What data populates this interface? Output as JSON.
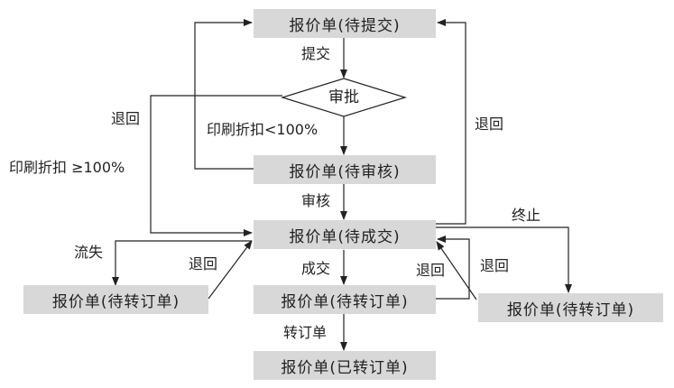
{
  "nodes": {
    "pending_submit": "报价单(待提交)",
    "pending_review": "报价单(待审核)",
    "pending_deal": "报价单(待成交)",
    "pending_convert_left": "报价单(待转订单)",
    "pending_convert_center": "报价单(待转订单)",
    "pending_convert_right": "报价单(待转订单)",
    "converted": "报价单(已转订单)"
  },
  "decision": {
    "approve": "审批"
  },
  "edges": {
    "submit": "提交",
    "print_lt": "印刷折扣<100%",
    "print_ge": "印刷折扣 ≥100%",
    "return_top_left": "退回",
    "return_right_top": "退回",
    "audit": "审核",
    "terminate": "终止",
    "lost": "流失",
    "return_left": "退回",
    "deal": "成交",
    "return_center": "退回",
    "return_right": "退回",
    "convert": "转订单"
  }
}
